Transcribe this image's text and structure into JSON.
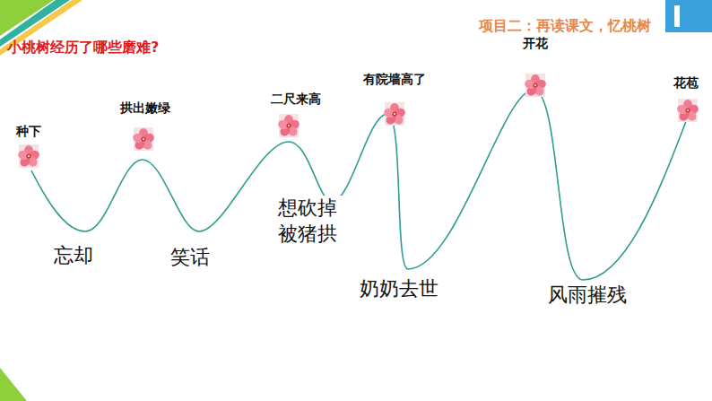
{
  "diagram": {
    "title": "项目二：再读课文，忆桃树",
    "labels": [
      "小桃树经历了哪些磨难?",
      "种下",
      "拱出嫩绿",
      "二尺来高",
      "有院墙高了",
      "开花",
      "花苞",
      "忘却",
      "笑话",
      "想砍掉 被猪拱",
      "奶奶去世",
      "风雨摧残"
    ]
  }
}
